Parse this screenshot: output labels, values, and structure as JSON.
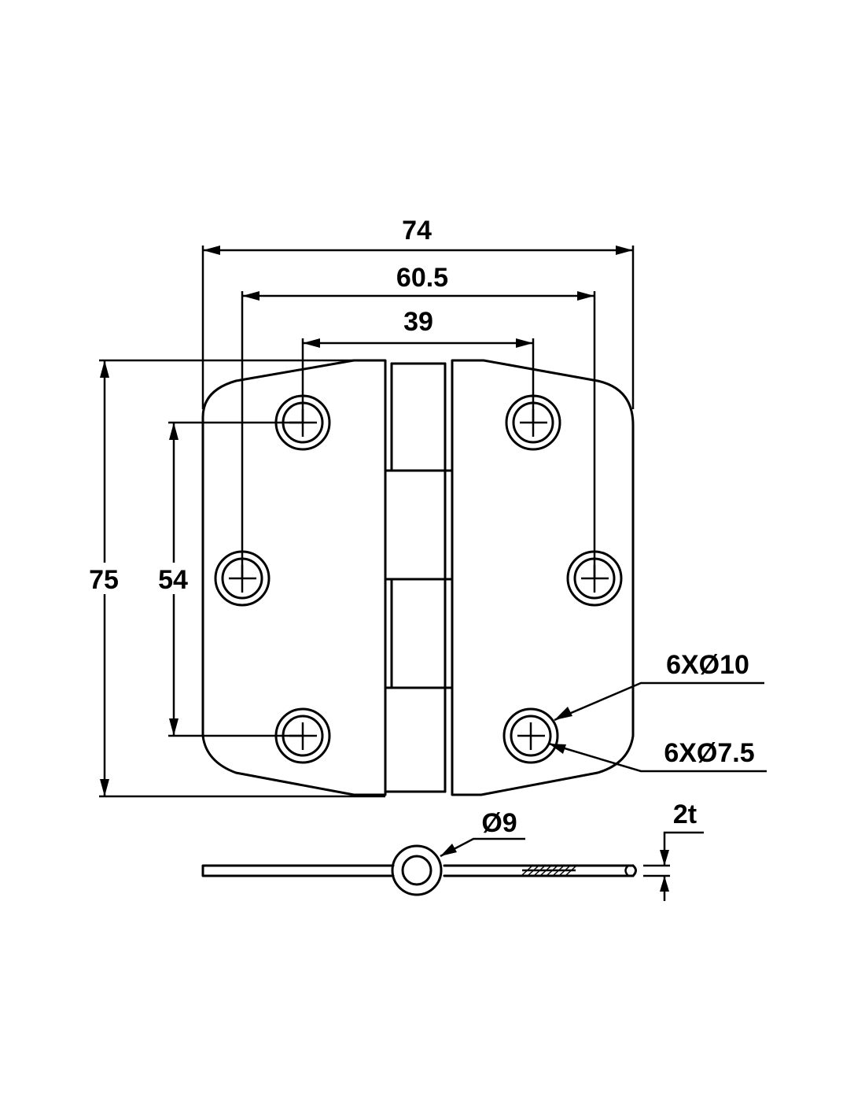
{
  "drawing": {
    "subject": "hinge",
    "dimensions": {
      "overall_width": "74",
      "outer_hole_spacing": "60.5",
      "inner_hole_spacing": "39",
      "overall_height": "75",
      "vertical_hole_spacing": "54",
      "counterbore_callout": "6XØ10",
      "hole_callout": "6XØ7.5",
      "knuckle_diameter": "Ø9",
      "thickness": "2t"
    },
    "colors": {
      "line": "#000000",
      "background": "#ffffff"
    }
  }
}
